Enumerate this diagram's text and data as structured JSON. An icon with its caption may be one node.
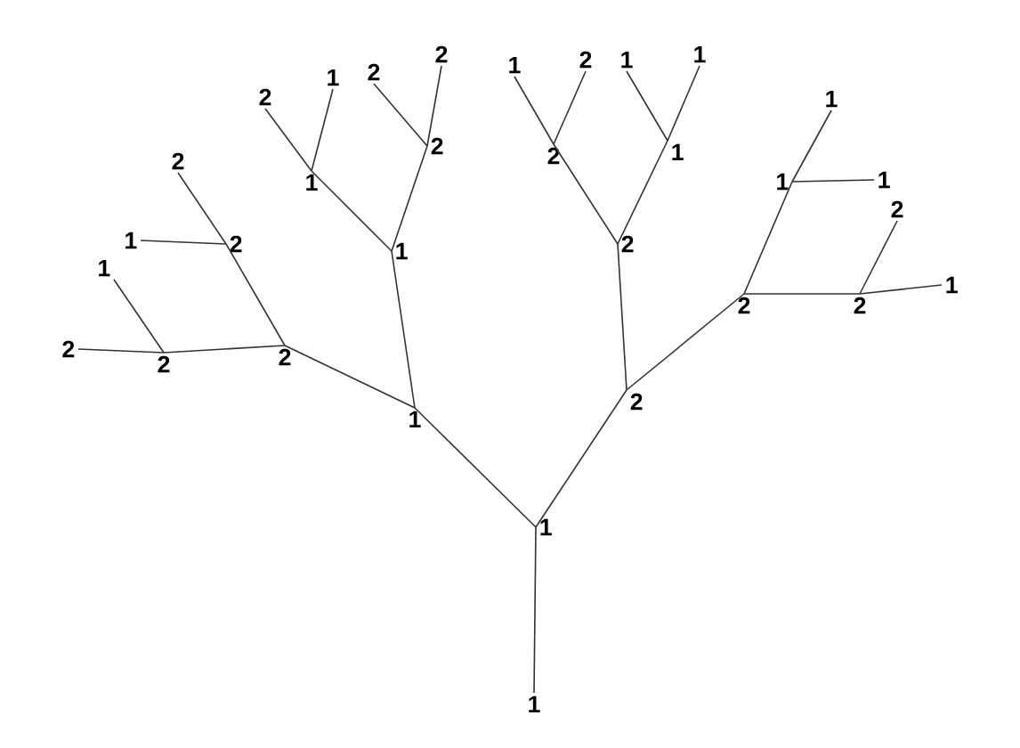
{
  "diagram": {
    "nodes": [
      {
        "text": [
          "1"
        ]
      },
      {
        "text": [
          "1"
        ]
      },
      {
        "text": [
          "1"
        ]
      },
      {
        "text": [
          "2"
        ]
      },
      {
        "text": [
          "2"
        ]
      },
      {
        "text": [
          "1"
        ]
      },
      {
        "text": [
          "2"
        ]
      },
      {
        "text": [
          "2"
        ]
      },
      {
        "text": [
          "2"
        ]
      },
      {
        "text": [
          "1"
        ]
      },
      {
        "text": [
          "1"
        ]
      },
      {
        "text": [
          "2"
        ]
      },
      {
        "text": [
          "1"
        ]
      },
      {
        "text": [
          "2"
        ]
      },
      {
        "text": [
          "2"
        ]
      },
      {
        "text": [
          "1"
        ]
      },
      {
        "text": [
          "2"
        ]
      },
      {
        "text": [
          "2"
        ]
      },
      {
        "text": [
          "2"
        ]
      },
      {
        "text": [
          "2"
        ]
      },
      {
        "text": [
          "2"
        ]
      },
      {
        "text": [
          "1"
        ]
      },
      {
        "text": [
          "1"
        ]
      },
      {
        "text": [
          "2"
        ]
      },
      {
        "text": [
          "1"
        ]
      },
      {
        "text": [
          "1"
        ]
      },
      {
        "text": [
          "1"
        ]
      },
      {
        "text": [
          "2"
        ]
      },
      {
        "text": [
          "1"
        ]
      },
      {
        "text": [
          "1"
        ]
      },
      {
        "text": [
          "2"
        ]
      },
      {
        "text": [
          "1"
        ]
      }
    ],
    "edges": [
      {
        "from": 0,
        "to": 1,
        "arrow": "none"
      },
      {
        "from": 1,
        "to": 2,
        "arrow": "none"
      },
      {
        "from": 1,
        "to": 3,
        "arrow": "none"
      },
      {
        "from": 2,
        "to": 4,
        "arrow": "none"
      },
      {
        "from": 2,
        "to": 5,
        "arrow": "none"
      },
      {
        "from": 4,
        "to": 6,
        "arrow": "none"
      },
      {
        "from": 4,
        "to": 7,
        "arrow": "none"
      },
      {
        "from": 6,
        "to": 8,
        "arrow": "none"
      },
      {
        "from": 6,
        "to": 9,
        "arrow": "none"
      },
      {
        "from": 7,
        "to": 10,
        "arrow": "none"
      },
      {
        "from": 7,
        "to": 11,
        "arrow": "none"
      },
      {
        "from": 5,
        "to": 12,
        "arrow": "none"
      },
      {
        "from": 5,
        "to": 13,
        "arrow": "none"
      },
      {
        "from": 12,
        "to": 14,
        "arrow": "none"
      },
      {
        "from": 12,
        "to": 15,
        "arrow": "none"
      },
      {
        "from": 13,
        "to": 16,
        "arrow": "none"
      },
      {
        "from": 13,
        "to": 17,
        "arrow": "none"
      },
      {
        "from": 3,
        "to": 18,
        "arrow": "none"
      },
      {
        "from": 3,
        "to": 19,
        "arrow": "none"
      },
      {
        "from": 18,
        "to": 20,
        "arrow": "none"
      },
      {
        "from": 18,
        "to": 21,
        "arrow": "none"
      },
      {
        "from": 20,
        "to": 22,
        "arrow": "none"
      },
      {
        "from": 20,
        "to": 23,
        "arrow": "none"
      },
      {
        "from": 21,
        "to": 24,
        "arrow": "none"
      },
      {
        "from": 21,
        "to": 25,
        "arrow": "none"
      },
      {
        "from": 19,
        "to": 26,
        "arrow": "none"
      },
      {
        "from": 19,
        "to": 27,
        "arrow": "none"
      },
      {
        "from": 26,
        "to": 28,
        "arrow": "none"
      },
      {
        "from": 26,
        "to": 29,
        "arrow": "none"
      },
      {
        "from": 27,
        "to": 30,
        "arrow": "none"
      },
      {
        "from": 27,
        "to": 31,
        "arrow": "none"
      }
    ]
  }
}
